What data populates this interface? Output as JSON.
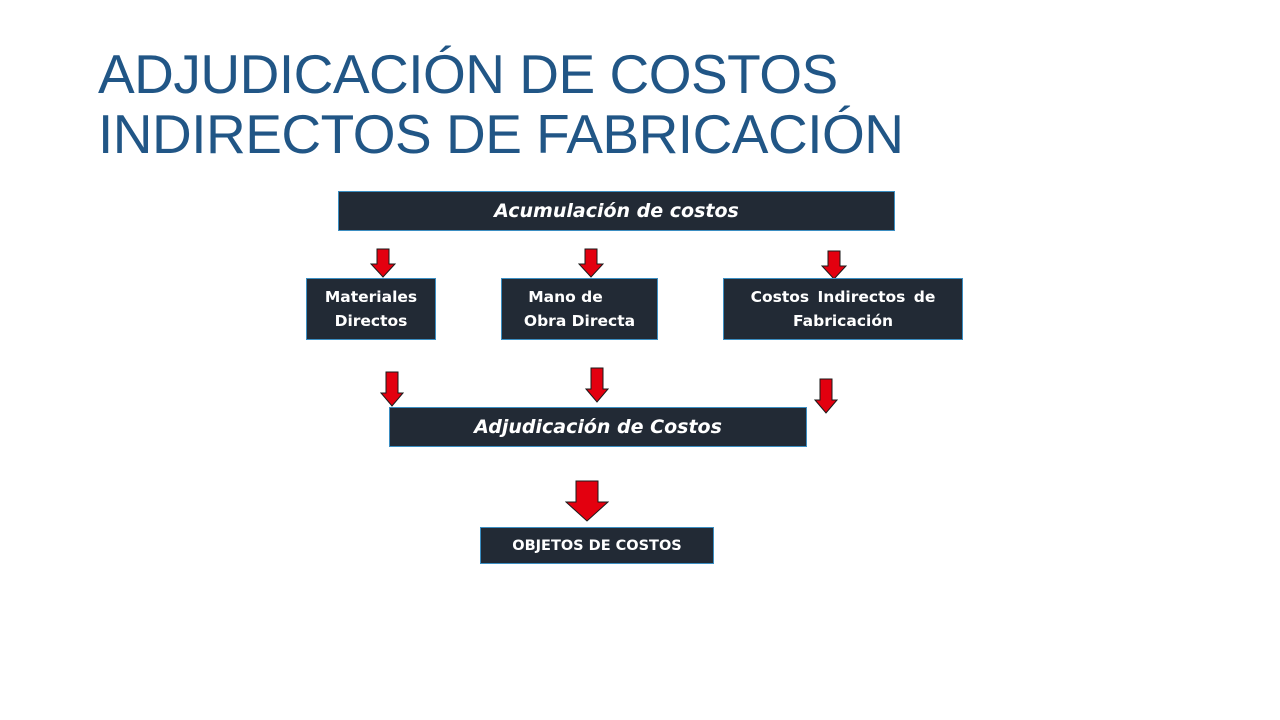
{
  "title": {
    "line1": "ADJUDICACIÓN DE COSTOS",
    "line2": "INDIRECTOS DE FABRICACIÓN"
  },
  "diagram": {
    "accumulation": "Acumulación de costos",
    "components": [
      {
        "line1": "Materiales",
        "line2": "Directos"
      },
      {
        "line1": "Mano de",
        "line2": "Obra Directa"
      },
      {
        "line1": "Costos Indirectos de",
        "line2": "Fabricación"
      }
    ],
    "allocation": "Adjudicación de Costos",
    "cost_objects": "OBJETOS DE COSTOS"
  },
  "colors": {
    "title": "#215686",
    "box_fill": "#222a35",
    "box_border": "#3b8ec2",
    "arrow_fill": "#e3000f",
    "arrow_stroke": "#1a1a1a"
  }
}
